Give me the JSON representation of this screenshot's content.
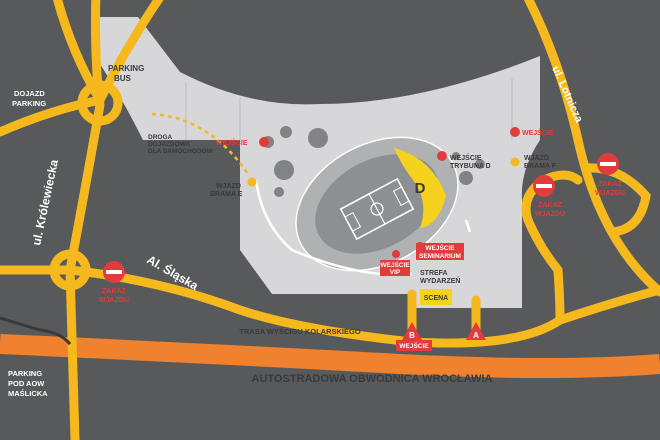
{
  "colors": {
    "background": "#58595b",
    "road": "#f5b91e",
    "highway": "#f0812f",
    "area": "#d7d7d9",
    "stadium_ring": "#b0b1b3",
    "stadium_inner": "#8e8f92",
    "pitch": "#ffffff",
    "circle": "#828386",
    "gate_red": "#e23b3b",
    "road_dark": "#58595b",
    "label_white": "#ffffff",
    "label_dark": "#3a3a3c"
  },
  "labels": {
    "parking_bus": [
      "PARKING",
      "BUS"
    ],
    "dojazd_parking": [
      "DOJAZD",
      "PARKING"
    ],
    "droga_dojazdowa": [
      "DROGA",
      "DOJAZDOWA",
      "DLA SAMOCHODÓW"
    ],
    "wjazd_brama_e": [
      "WJAZD",
      "BRAMA E"
    ],
    "wjazd_brama_f": [
      "WJAZD",
      "BRAMA F"
    ],
    "wejscie": "WEJŚCIE",
    "wejscie_trybuna_d": [
      "WEJŚCIE",
      "TRYBUNA D"
    ],
    "tribune_letter": "D",
    "ul_krolewiecka": "ul. Królewiecka",
    "ul_lotnicza": "ul. Lotnicza",
    "al_slaska": "Al. Śląska",
    "zakaz_wjazdu": [
      "ZAKAZ",
      "WJAZDU"
    ],
    "wejscie_seminarium": [
      "WEJŚCIE",
      "SEMINARIUM"
    ],
    "wejscie_vip": [
      "WEJŚCIE",
      "VIP"
    ],
    "strefa_wydarzen": [
      "STREFA",
      "WYDARZEŃ"
    ],
    "scena": "SCENA",
    "trasa": "TRASA WYŚCIGU KOLARSKIEGO",
    "autostradowa": "AUTOSTRADOWA OBWODNICA WROCŁAWIA",
    "parking_aow": [
      "PARKING",
      "POD AOW",
      "MAŚLICKA"
    ],
    "gate_b": "B",
    "gate_a": "A"
  }
}
